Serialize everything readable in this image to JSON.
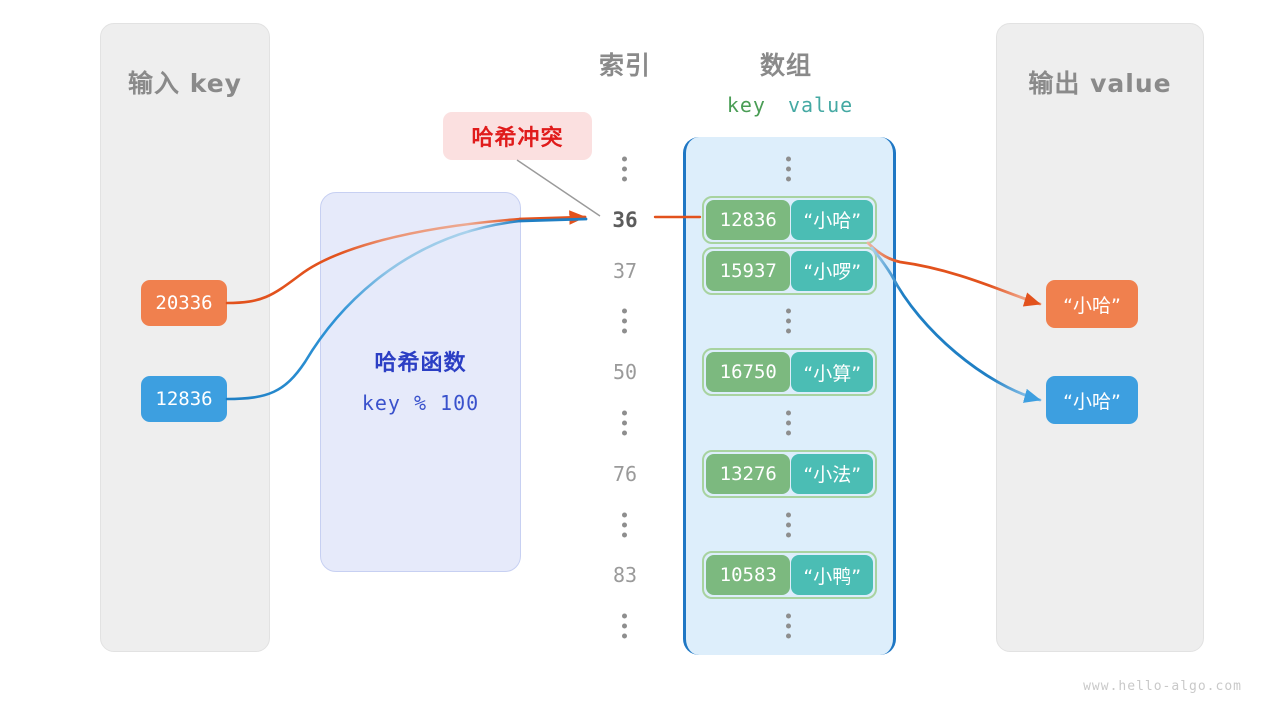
{
  "panels": {
    "input": {
      "title": "输入 key"
    },
    "output": {
      "title": "输出 value"
    }
  },
  "headings": {
    "index": "索引",
    "array": "数组",
    "key_col": "key",
    "value_col": "value"
  },
  "hash_function": {
    "title": "哈希函数",
    "expression": "key % 100"
  },
  "collision": {
    "label": "哈希冲突"
  },
  "input_keys": [
    {
      "value": "20336",
      "color": "#f0804e"
    },
    {
      "value": "12836",
      "color": "#3d9fe0"
    }
  ],
  "output_values": [
    {
      "value": "“小哈”",
      "color": "#f0804e"
    },
    {
      "value": "“小哈”",
      "color": "#3d9fe0"
    }
  ],
  "array_rows": [
    {
      "type": "ellipsis"
    },
    {
      "type": "entry",
      "index": "36",
      "key": "12836",
      "value": "“小哈”",
      "highlight": true
    },
    {
      "type": "entry",
      "index": "37",
      "key": "15937",
      "value": "“小啰”",
      "highlight": false
    },
    {
      "type": "ellipsis"
    },
    {
      "type": "entry",
      "index": "50",
      "key": "16750",
      "value": "“小算”",
      "highlight": false
    },
    {
      "type": "ellipsis"
    },
    {
      "type": "entry",
      "index": "76",
      "key": "13276",
      "value": "“小法”",
      "highlight": false
    },
    {
      "type": "ellipsis"
    },
    {
      "type": "entry",
      "index": "83",
      "key": "10583",
      "value": "“小鸭”",
      "highlight": false
    },
    {
      "type": "ellipsis"
    }
  ],
  "colors": {
    "key_cell": "#7cb97f",
    "value_cell": "#4bbdb4",
    "array_border": "#1f77c4",
    "array_fill": "#ddeefb",
    "hash_fill": "#e6eafa",
    "panel_fill": "#eeeeee",
    "orange_wire": "#e2521d",
    "blue_wire": "#1f7fc4",
    "collision_text": "#e01b1b"
  },
  "watermark": "www.hello-algo.com"
}
